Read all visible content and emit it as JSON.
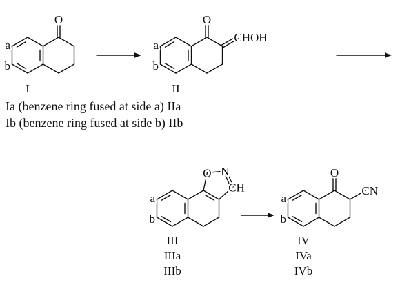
{
  "scheme": {
    "structure_I": {
      "carbonyl_oxygen": "O",
      "side_a": "a",
      "side_b": "b",
      "compound_label": "I"
    },
    "structure_II": {
      "carbonyl_oxygen": "O",
      "substituent": "CHOH",
      "side_a": "a",
      "side_b": "b",
      "compound_label": "II"
    },
    "legend_lines": [
      "Ia (benzene ring fused at side a) IIa",
      "Ib (benzene ring fused at side b) IIb"
    ],
    "structure_III": {
      "ring_oxygen": "O",
      "ring_nitrogen": "N",
      "ring_ch": "CH",
      "side_a": "a",
      "side_b": "b",
      "compound_labels": [
        "III",
        "IIIa",
        "IIIb"
      ]
    },
    "structure_IV": {
      "carbonyl_oxygen": "O",
      "substituent": "CN",
      "side_a": "a",
      "side_b": "b",
      "compound_labels": [
        "IV",
        "IVa",
        "IVb"
      ]
    }
  }
}
